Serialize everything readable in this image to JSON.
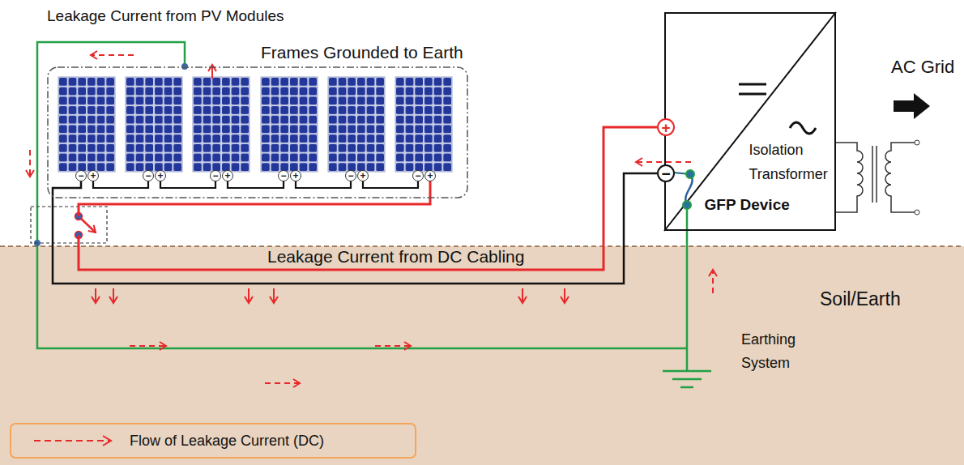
{
  "diagram": {
    "title": "Leakage Current from PV Modules",
    "nodes": [
      {
        "text": [
          "Frames Grounded to Earth"
        ]
      },
      {
        "text": [
          "−"
        ],
        "in": 0
      },
      {
        "text": [
          "+"
        ],
        "in": 0
      },
      {
        "text": [
          "−"
        ],
        "in": 0
      },
      {
        "text": [
          "+"
        ],
        "in": 0
      },
      {
        "text": [
          "−"
        ],
        "in": 0
      },
      {
        "text": [
          "+"
        ],
        "in": 0
      },
      {
        "text": [
          "−"
        ],
        "in": 0
      },
      {
        "text": [
          "+"
        ],
        "in": 0
      },
      {
        "text": [
          "−"
        ],
        "in": 0
      },
      {
        "text": [
          "+"
        ],
        "in": 0
      },
      {
        "text": [
          "−"
        ],
        "in": 0
      },
      {
        "text": [
          "+"
        ],
        "in": 0
      },
      {
        "text": [
          "Isolation Transformer",
          "GFP Device"
        ]
      },
      {
        "text": [
          "+"
        ],
        "in": 13
      },
      {
        "text": [
          "−"
        ],
        "in": 13
      }
    ],
    "edges": [
      {
        "from": 2,
        "to": 3,
        "arrow": "none"
      },
      {
        "from": 4,
        "to": 5,
        "arrow": "none"
      },
      {
        "from": 6,
        "to": 7,
        "arrow": "none"
      },
      {
        "from": 8,
        "to": 9,
        "arrow": "none"
      },
      {
        "from": 10,
        "to": 11,
        "arrow": "none"
      },
      {
        "from": 12,
        "to": 14,
        "arrow": "none"
      },
      {
        "from": 1,
        "to": 15,
        "arrow": "none"
      }
    ],
    "labels": [
      "Leakage Current from DC Cabling",
      "Soil/Earth",
      "Earthing System",
      "AC Grid"
    ],
    "legend": [
      {
        "text": "Flow of Leakage Current (DC)"
      }
    ]
  }
}
